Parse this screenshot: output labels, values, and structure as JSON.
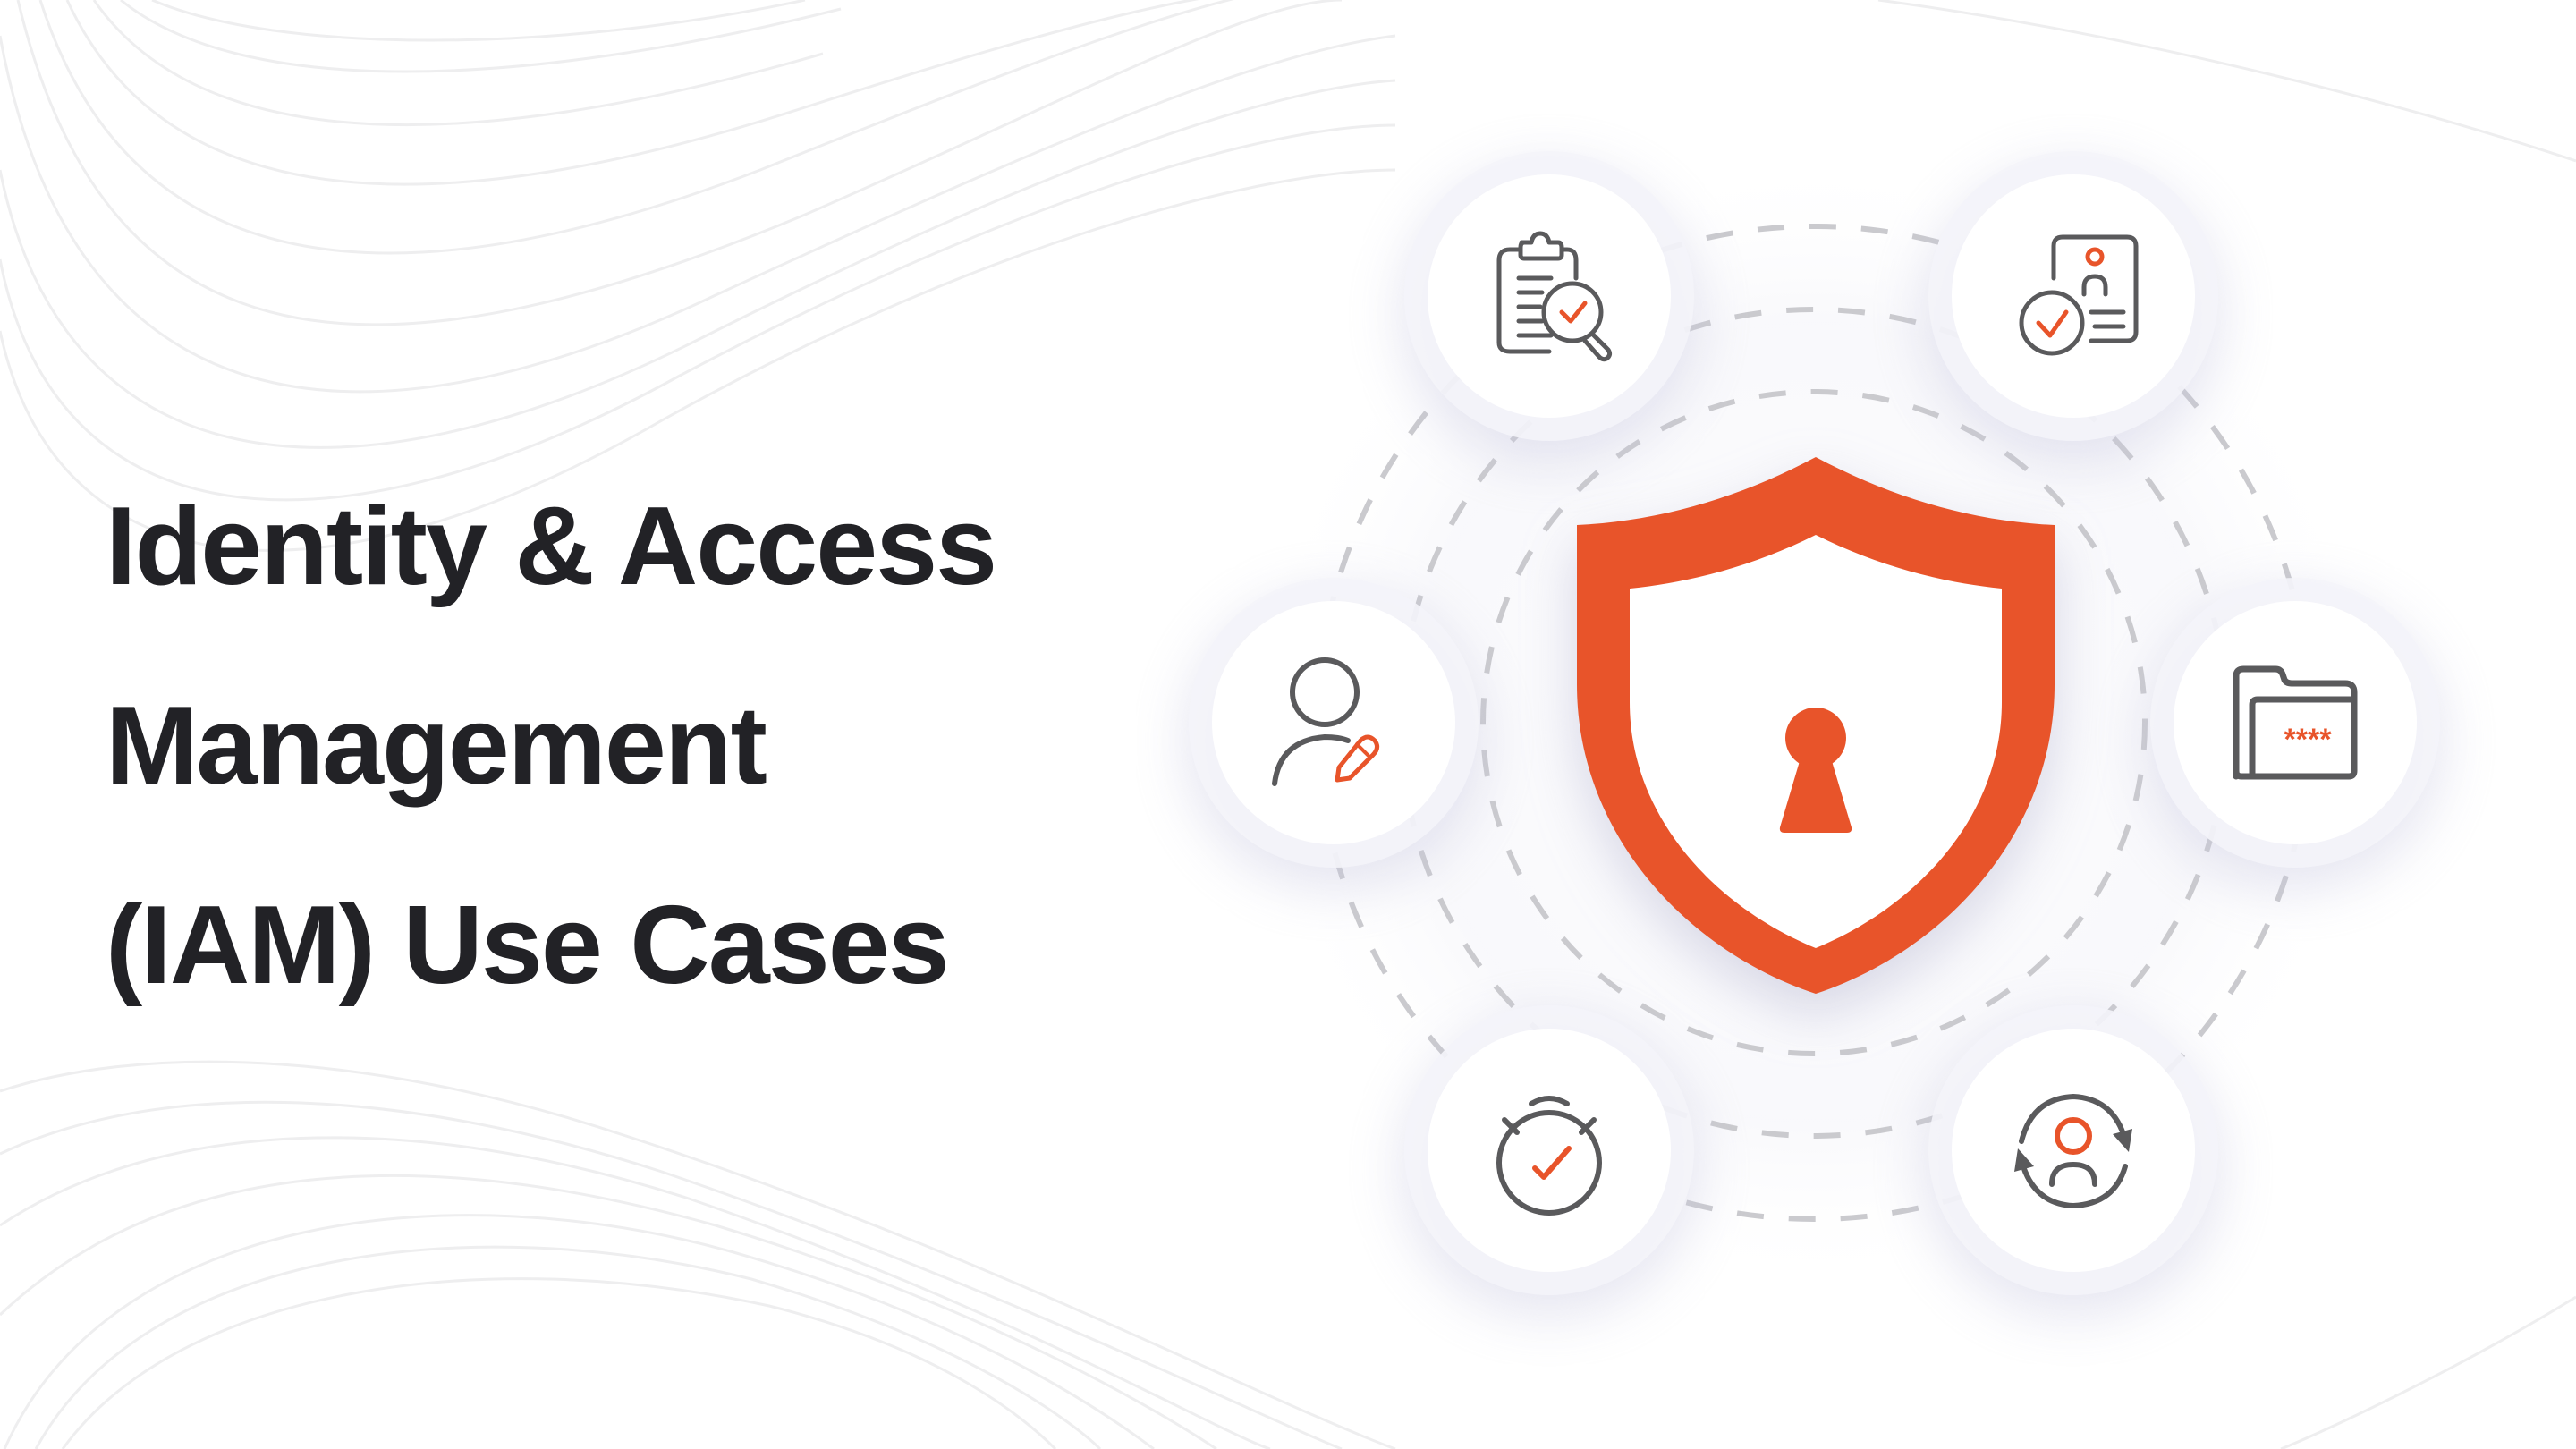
{
  "title": {
    "lines": [
      "Identity & Access",
      "Management",
      "(IAM) Use Cases"
    ]
  },
  "colors": {
    "accent": "#E8542A",
    "icon_stroke": "#5A5A5C",
    "title_text": "#222226",
    "dash": "#C8C8CE",
    "background": "#FFFFFF"
  },
  "center_icon": {
    "name": "shield-keyhole-icon"
  },
  "nodes": [
    {
      "position": "top-left",
      "icon": "clipboard-search-check-icon"
    },
    {
      "position": "top-right",
      "icon": "id-card-verified-icon"
    },
    {
      "position": "left",
      "icon": "user-edit-icon"
    },
    {
      "position": "right",
      "icon": "folder-password-icon",
      "text": "****"
    },
    {
      "position": "bottom-left",
      "icon": "stopwatch-check-icon"
    },
    {
      "position": "bottom-right",
      "icon": "user-sync-icon"
    }
  ]
}
